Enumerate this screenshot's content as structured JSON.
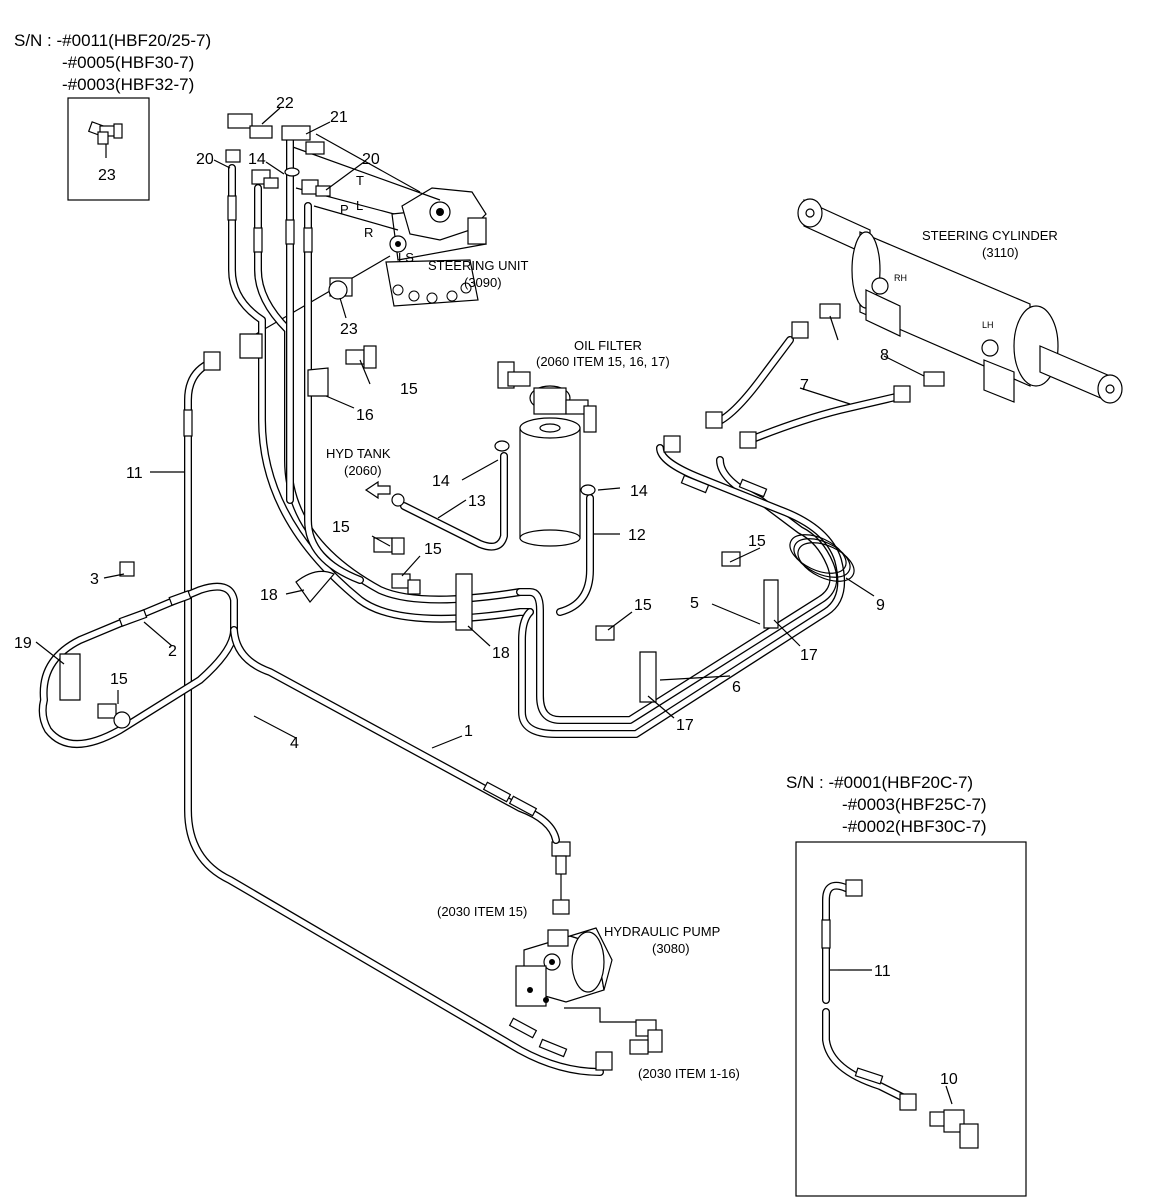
{
  "serial_top": {
    "line1": "S/N : -#0011(HBF20/25-7)",
    "line2": "-#0005(HBF30-7)",
    "line3": "-#0003(HBF32-7)",
    "inset_item": "23"
  },
  "serial_bottom": {
    "line1": "S/N : -#0001(HBF20C-7)",
    "line2": "-#0003(HBF25C-7)",
    "line3": "-#0002(HBF30C-7)",
    "inset_items": [
      "11",
      "10"
    ]
  },
  "components": {
    "steering_unit": {
      "name": "STEERING UNIT",
      "ref": "(3090)"
    },
    "steering_cylinder": {
      "name": "STEERING CYLINDER",
      "ref": "(3110)",
      "rh": "RH",
      "lh": "LH"
    },
    "oil_filter": {
      "name": "OIL FILTER",
      "ref": "(2060 ITEM 15, 16, 17)"
    },
    "hyd_tank": {
      "name": "HYD TANK",
      "ref": "(2060)"
    },
    "hydraulic_pump": {
      "name": "HYDRAULIC PUMP",
      "ref": "(3080)"
    },
    "pump_item_15": "(2030 ITEM 15)",
    "pump_item_1_16": "(2030 ITEM 1-16)"
  },
  "port_labels": {
    "t": "T",
    "l": "L",
    "p": "P",
    "r": "R",
    "ls": "LS"
  },
  "callouts": {
    "c1": "1",
    "c2": "2",
    "c3": "3",
    "c4": "4",
    "c5": "5",
    "c6": "6",
    "c7": "7",
    "c8": "8",
    "c9": "9",
    "c11": "11",
    "c12": "12",
    "c13": "13",
    "c14a": "14",
    "c14b": "14",
    "c14c": "14",
    "c15a": "15",
    "c15b": "15",
    "c15c": "15",
    "c15d": "15",
    "c15e": "15",
    "c15f": "15",
    "c16": "16",
    "c17a": "17",
    "c17b": "17",
    "c18a": "18",
    "c18b": "18",
    "c19": "19",
    "c20a": "20",
    "c20b": "20",
    "c21": "21",
    "c22": "22",
    "c23": "23"
  }
}
